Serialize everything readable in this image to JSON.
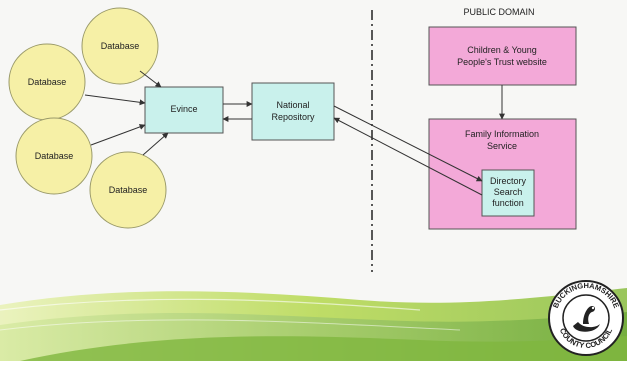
{
  "diagram": {
    "public_domain_label": "PUBLIC DOMAIN",
    "databases": [
      {
        "label": "Database"
      },
      {
        "label": "Database"
      },
      {
        "label": "Database"
      },
      {
        "label": "Database"
      }
    ],
    "evince": {
      "label": "Evince"
    },
    "national_repository": {
      "lines": [
        "National",
        "Repository"
      ]
    },
    "children_trust": {
      "lines": [
        "Children & Young",
        "People's Trust website"
      ]
    },
    "family_info": {
      "lines": [
        "Family Information",
        "Service"
      ]
    },
    "directory_search": {
      "lines": [
        "Directory",
        "Search",
        "function"
      ]
    }
  },
  "logo": {
    "text_top": "BUCKINGHAMSHIRE",
    "text_bottom": "COUNTY COUNCIL"
  },
  "colors": {
    "database_fill": "#f6f0a6",
    "teal_box": "#c9f1ec",
    "pink_box": "#f3a9d8",
    "wave_green": "#b6d95a"
  }
}
